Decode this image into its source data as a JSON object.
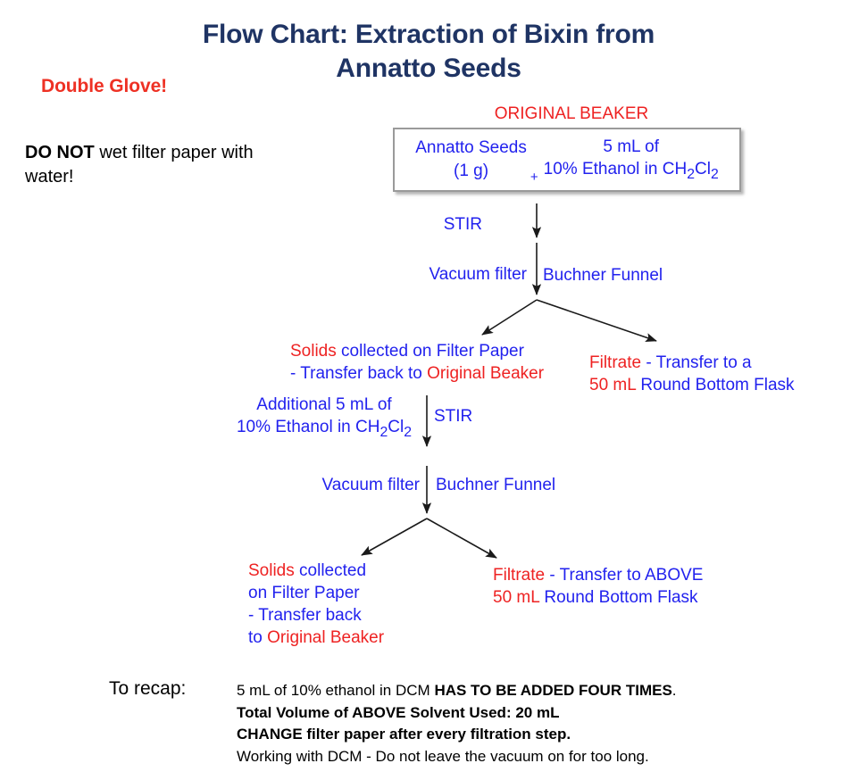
{
  "colors": {
    "title_navy": "#1F3464",
    "warning_red": "#EE3124",
    "flow_red": "#EE2222",
    "flow_blue": "#2222EE",
    "box_border": "#9A9A9A",
    "arrow": "#1A1A1A",
    "background": "#FFFFFF"
  },
  "title": "Flow Chart: Extraction of Bixin from Annatto Seeds",
  "warnings": {
    "double_glove": "Double Glove!",
    "no_water_strong": "DO NOT",
    "no_water_rest": " wet filter paper with water!"
  },
  "beaker": {
    "label": "ORIGINAL BEAKER",
    "left_line1": "Annatto Seeds",
    "left_line2": "(1 g)",
    "plus": "+",
    "right_line1": "5 mL of",
    "right_line2_pre": "10% Ethanol in CH",
    "right_line2_sub1": "2",
    "right_line2_mid": "Cl",
    "right_line2_sub2": "2"
  },
  "step1": {
    "stir": "STIR",
    "vacuum_filter": "Vacuum filter",
    "buchner_funnel": "Buchner Funnel"
  },
  "branch1": {
    "left": {
      "l1_red": "Solids",
      "l1_blue": " collected on Filter Paper",
      "l2_blue": "- Transfer back to ",
      "l2_red": "Original Beaker"
    },
    "right": {
      "l1_red": "Filtrate",
      "l1_blue": " - Transfer to a",
      "l2_red": "50 mL",
      "l2_blue": " Round Bottom Flask"
    }
  },
  "step2": {
    "additional_line1": "Additional 5 mL of",
    "additional_line2_pre": "10% Ethanol in CH",
    "additional_sub1": "2",
    "additional_mid": "Cl",
    "additional_sub2": "2",
    "stir": "STIR",
    "vacuum_filter": "Vacuum filter",
    "buchner_funnel": "Buchner Funnel"
  },
  "branch2": {
    "left": {
      "l1_red": "Solids",
      "l1_blue": " collected",
      "l2_blue": "on Filter Paper",
      "l3_blue": "- Transfer back",
      "l4_blue": "to ",
      "l4_red": "Original Beaker"
    },
    "right": {
      "l1_red": "Filtrate",
      "l1_blue": " - Transfer to ABOVE",
      "l2_red": "50 mL",
      "l2_blue": " Round Bottom Flask"
    }
  },
  "recap": {
    "title": "To recap:",
    "line1_plain": "5 mL of 10% ethanol in DCM ",
    "line1_bold": "HAS TO BE ADDED FOUR TIMES",
    "line1_tail": ".",
    "line2_bold": "Total Volume of ABOVE Solvent Used: 20 mL",
    "line3_bold": "CHANGE filter paper after every filtration step.",
    "line4_plain": "Working with DCM - Do not leave the vacuum on for too long."
  }
}
